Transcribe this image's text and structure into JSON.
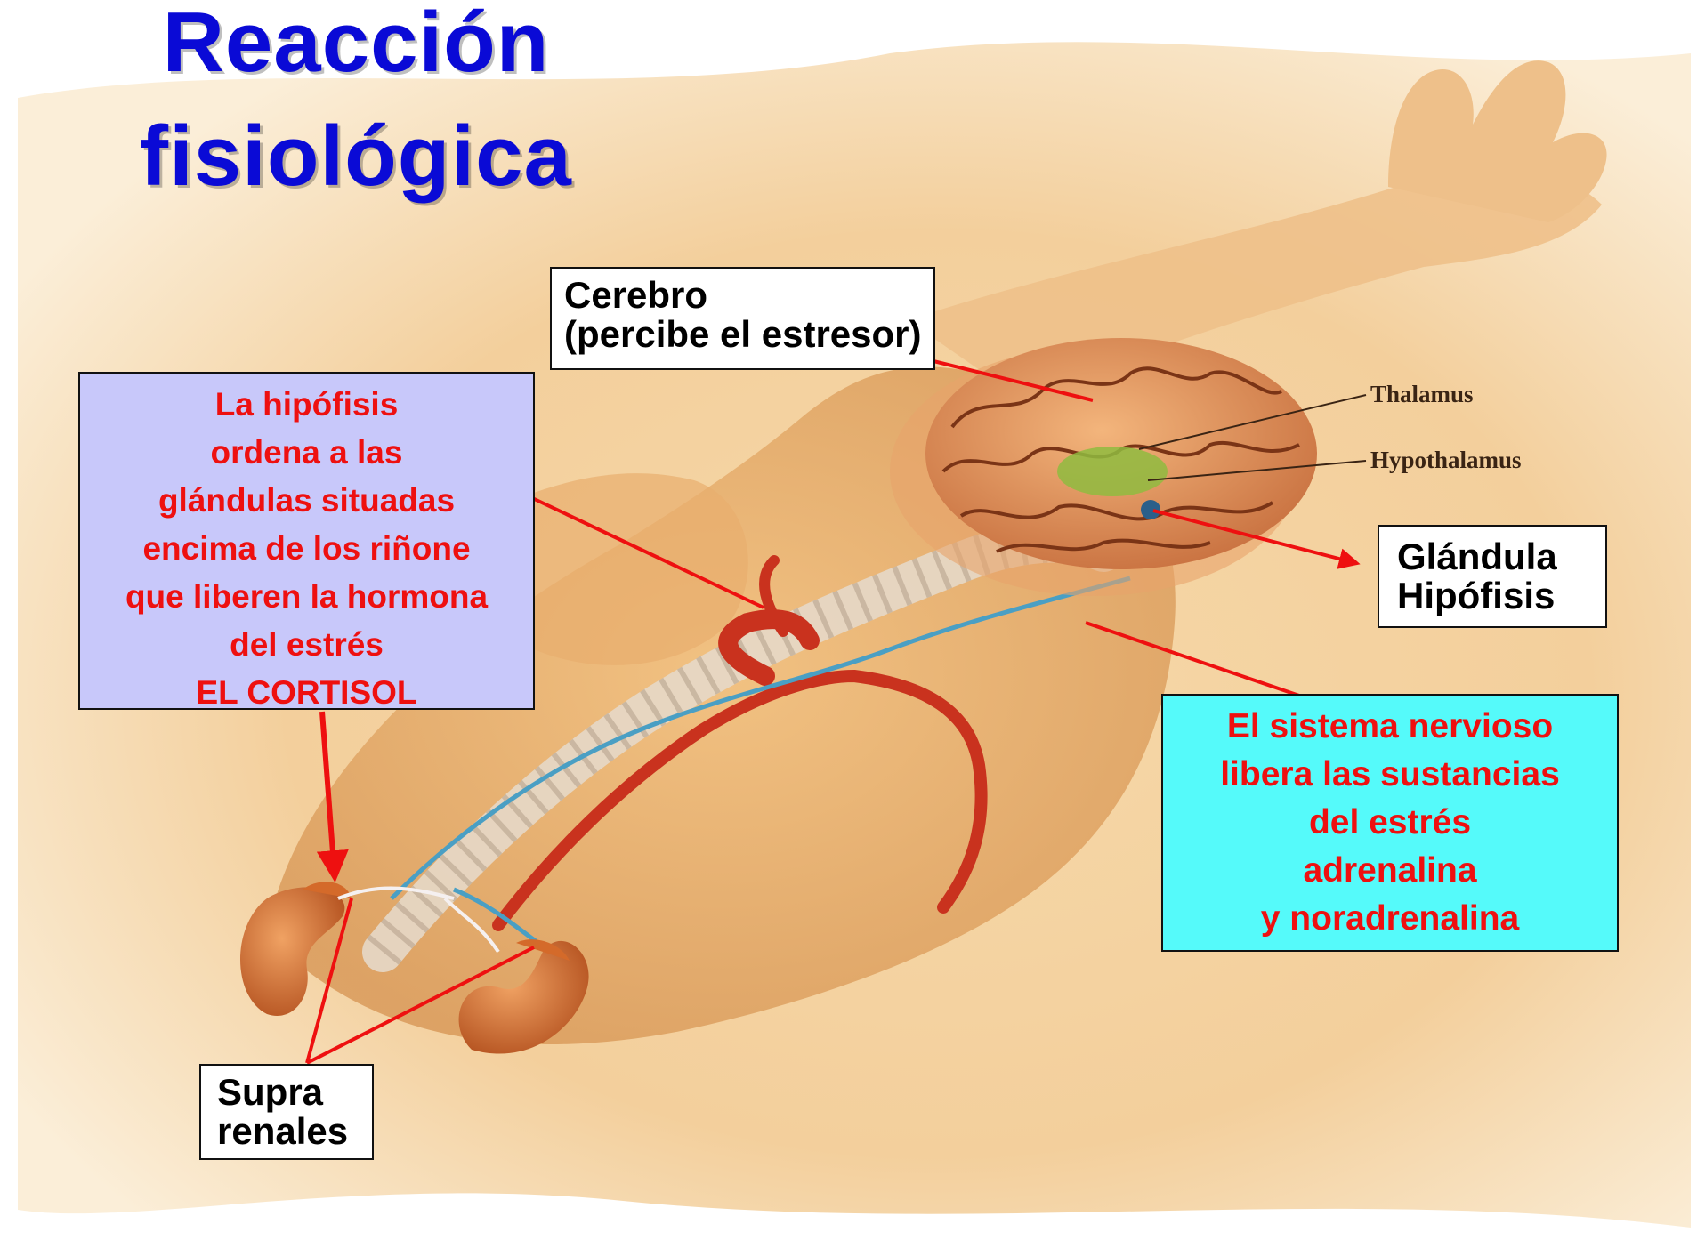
{
  "title": {
    "line1": "Reacción",
    "line2": "fisiológica"
  },
  "labels": {
    "brain": {
      "line1": "Cerebro",
      "line2": "(percibe el estresor)"
    },
    "pituitary": {
      "line1": "Glándula",
      "line2": "Hipófisis"
    },
    "adrenals": {
      "line1": "Supra",
      "line2": "renales"
    },
    "thalamus": "Thalamus",
    "hypothalamus": "Hypothalamus"
  },
  "callouts": {
    "pituitary_action": {
      "lines": [
        "La hipófisis",
        "ordena a las",
        "glándulas situadas",
        "encima de los riñone",
        "que liberen la hormona",
        "del estrés",
        "EL CORTISOL"
      ]
    },
    "nervous_system": {
      "lines": [
        "El sistema nervioso",
        "libera las sustancias",
        "del estrés",
        "adrenalina",
        "y noradrenalina"
      ]
    }
  },
  "colors": {
    "title": "#0a0ad6",
    "callout_text": "#ee1010",
    "lavender_box": "#c8c8fa",
    "cyan_box": "#55fafa",
    "arrow": "#ee1010",
    "background_tone": "#f3d2a2"
  }
}
